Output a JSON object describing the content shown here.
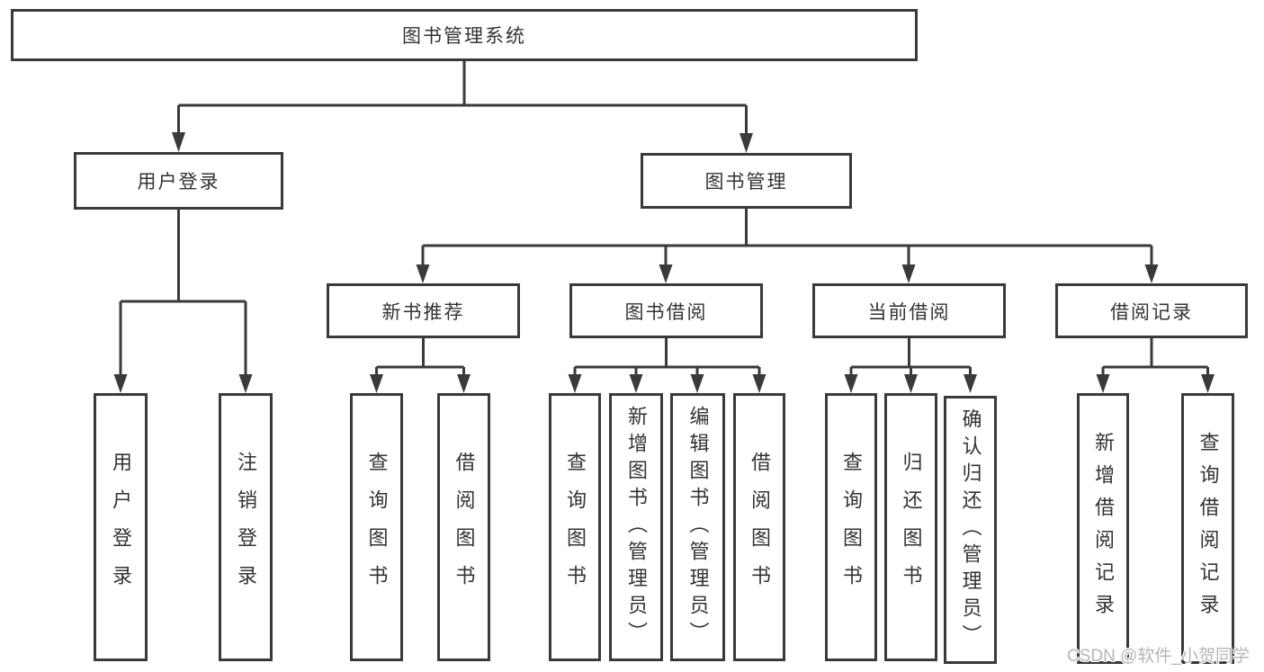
{
  "tree": {
    "label": "图书管理系统",
    "children": [
      {
        "label": "用户登录",
        "children": [
          {
            "label": "用户登录"
          },
          {
            "label": "注销登录"
          }
        ]
      },
      {
        "label": "图书管理",
        "children": [
          {
            "label": "新书推荐",
            "children": [
              {
                "label": "查询图书"
              },
              {
                "label": "借阅图书"
              }
            ]
          },
          {
            "label": "图书借阅",
            "children": [
              {
                "label": "查询图书"
              },
              {
                "label": "新增图书（管理员）"
              },
              {
                "label": "编辑图书（管理员）"
              },
              {
                "label": "借阅图书"
              }
            ]
          },
          {
            "label": "当前借阅",
            "children": [
              {
                "label": "查询图书"
              },
              {
                "label": "归还图书"
              },
              {
                "label": "确认归还（管理员）"
              }
            ]
          },
          {
            "label": "借阅记录",
            "children": [
              {
                "label": "新增借阅记录"
              },
              {
                "label": "查询借阅记录"
              }
            ]
          }
        ]
      }
    ]
  },
  "watermark": "CSDN @软件_小贺同学",
  "colors": {
    "line": "#3a3a3a",
    "border": "#3a3a3a",
    "text": "#333333",
    "background": "#ffffff",
    "watermark": "#b5b5b5"
  }
}
